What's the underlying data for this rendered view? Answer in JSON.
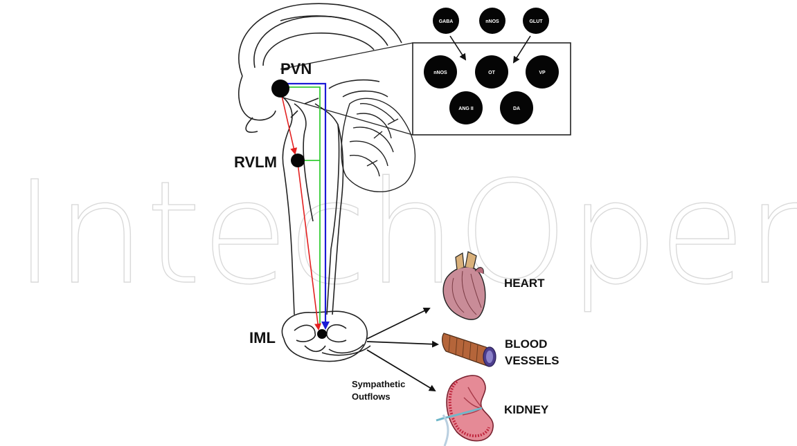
{
  "watermark": "IntechOpen",
  "labels": {
    "pvn": "PVN",
    "rvlm": "RVLM",
    "iml": "IML",
    "outflows": [
      "Sympathetic",
      "Outflows"
    ]
  },
  "organs": [
    {
      "label_lines": [
        "HEART"
      ],
      "icon": "heart-icon"
    },
    {
      "label_lines": [
        "BLOOD",
        "VESSELS"
      ],
      "icon": "blood-vessel-icon"
    },
    {
      "label_lines": [
        "KIDNEY"
      ],
      "icon": "kidney-icon"
    }
  ],
  "neurotransmitters": {
    "inputs": [
      "GABA",
      "nNOS",
      "GLUT"
    ],
    "row1": [
      "nNOS",
      "OT",
      "VP"
    ],
    "row2": [
      "ANG II",
      "DA"
    ]
  },
  "pathway_colors": {
    "pvn_to_rvlm_to_iml": "#e32020",
    "pvn_to_iml_direct": "#1b1bd6",
    "rvlm_collateral": "#33cc33"
  }
}
